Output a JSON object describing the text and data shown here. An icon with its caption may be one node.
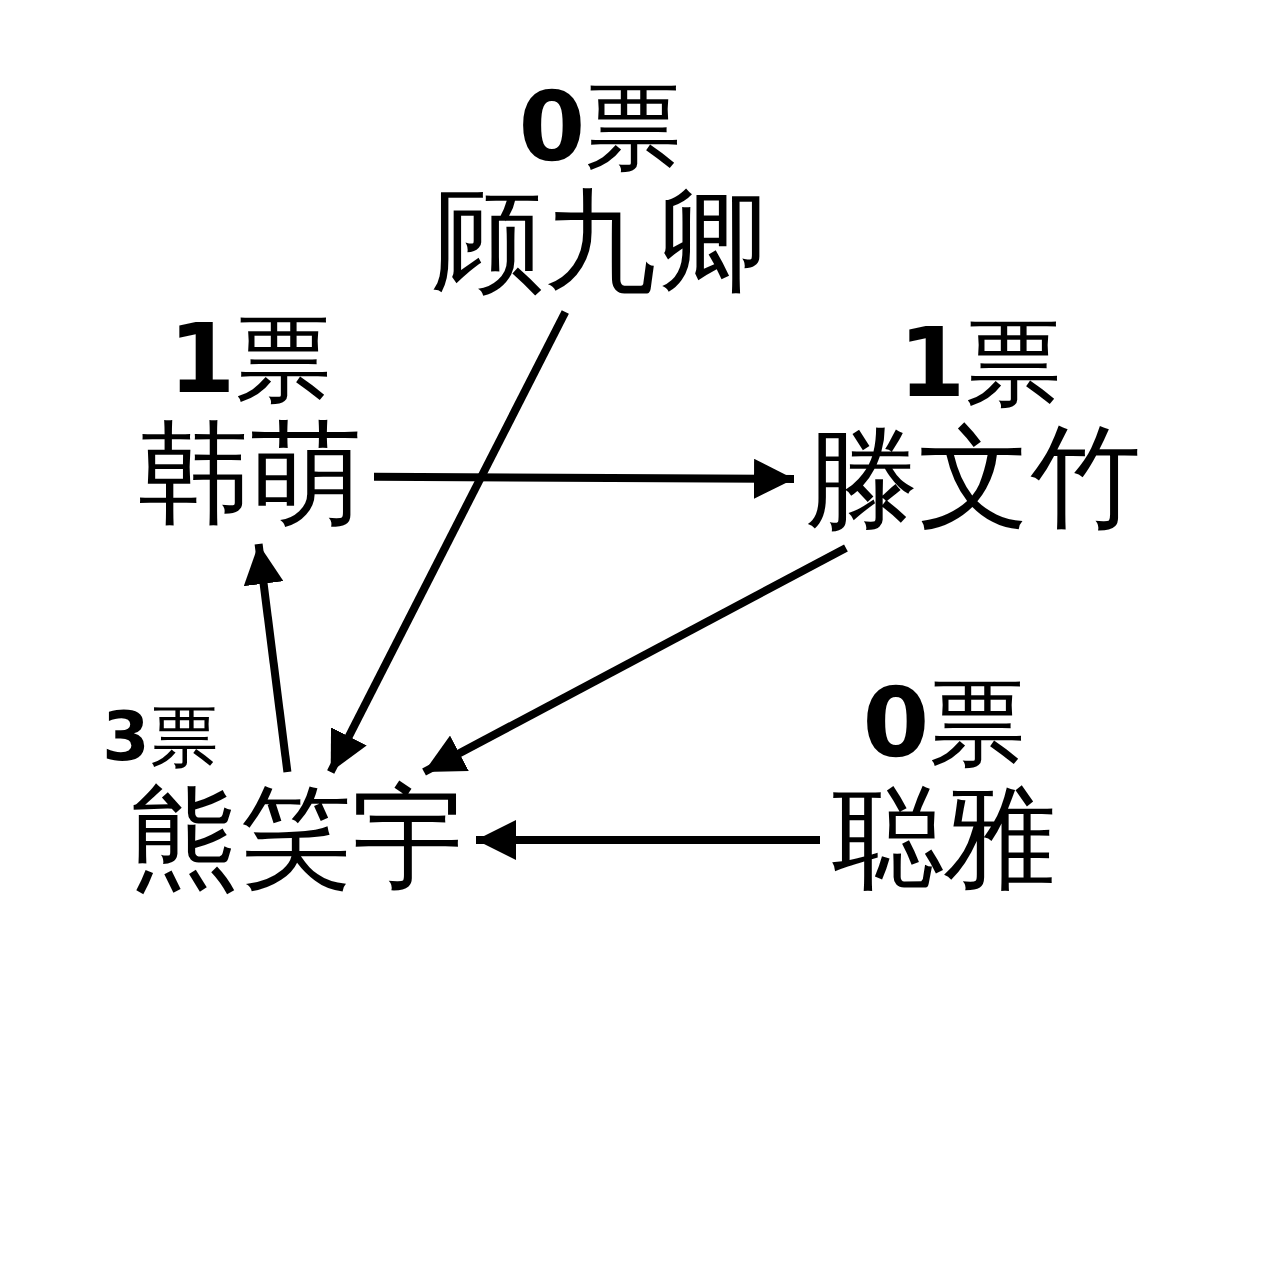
{
  "diagram": {
    "nodes": [
      {
        "text": [
          "顾九卿"
        ],
        "beside": [
          "**0**票"
        ]
      },
      {
        "text": [
          "韩萌"
        ],
        "beside": [
          "**1**票"
        ]
      },
      {
        "text": [
          "滕文竹"
        ],
        "beside": [
          "**1**票"
        ]
      },
      {
        "text": [
          "熊笑宇"
        ],
        "beside": [
          "**3**票"
        ]
      },
      {
        "text": [
          "聪雅"
        ],
        "beside": [
          "**0**票"
        ]
      }
    ],
    "edges": [
      {
        "from": 1,
        "to": 2,
        "arrow": "to"
      },
      {
        "from": 0,
        "to": 3,
        "arrow": "to"
      },
      {
        "from": 2,
        "to": 3,
        "arrow": "to"
      },
      {
        "from": 4,
        "to": 3,
        "arrow": "to"
      },
      {
        "from": 3,
        "to": 1,
        "arrow": "to"
      }
    ]
  }
}
